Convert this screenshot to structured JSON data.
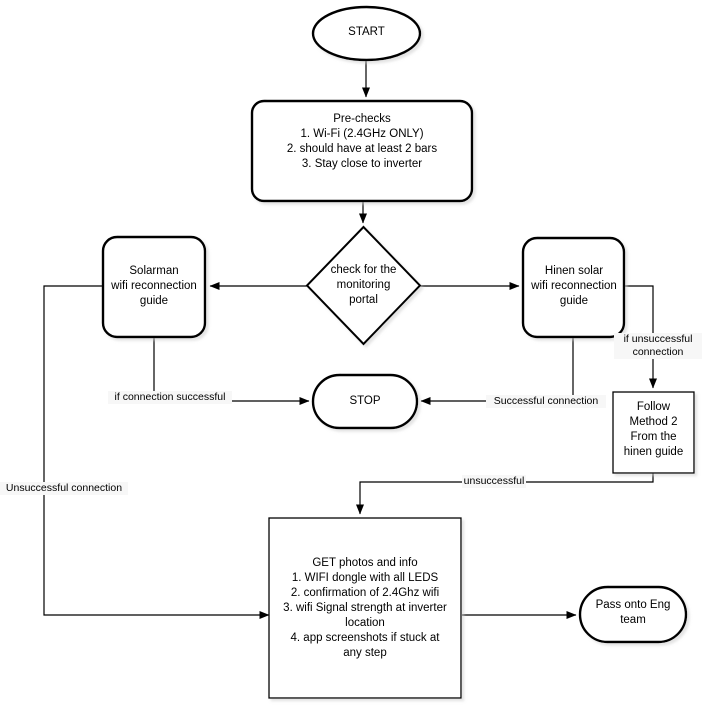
{
  "diagram": {
    "title": "WiFi reconnection troubleshooting flowchart",
    "accent": "#000000",
    "background": "#ffffff",
    "shadow": "#bdbdbd"
  },
  "nodes": {
    "start": {
      "label": "START",
      "shape": "ellipse"
    },
    "prechecks": {
      "label": "Pre-checks\n1. Wi-Fi (2.4GHz ONLY)\n2. should have at least 2 bars\n3. Stay close to inverter",
      "shape": "rounded-rect"
    },
    "decision": {
      "label": "check for the\nmonitoring\nportal",
      "shape": "diamond"
    },
    "solarman": {
      "label": "Solarman\nwifi reconnection\nguide",
      "shape": "rounded-rect"
    },
    "hinen": {
      "label": "Hinen solar\nwifi reconnection\nguide",
      "shape": "rounded-rect"
    },
    "stop": {
      "label": "STOP",
      "shape": "stadium"
    },
    "method2": {
      "label": "Follow\nMethod  2\nFrom the\nhinen guide",
      "shape": "rect"
    },
    "getphotos": {
      "label": "GET photos and info\n1. WIFI dongle with all LEDS\n2. confirmation of 2.4Ghz wifi\n3. wifi Signal strength at inverter\nlocation\n4. app screenshots if stuck at\nany step",
      "shape": "rect"
    },
    "passeng": {
      "label": "Pass onto Eng\nteam",
      "shape": "stadium"
    }
  },
  "edge_labels": {
    "if_unsuccessful_connection": "if unsuccessful\nconnection",
    "if_connection_successful": "if connection successful",
    "successful_connection": "Successful connection",
    "unsuccessful_connection": "Unsuccessful connection",
    "unsuccessful": "unsuccessful"
  }
}
